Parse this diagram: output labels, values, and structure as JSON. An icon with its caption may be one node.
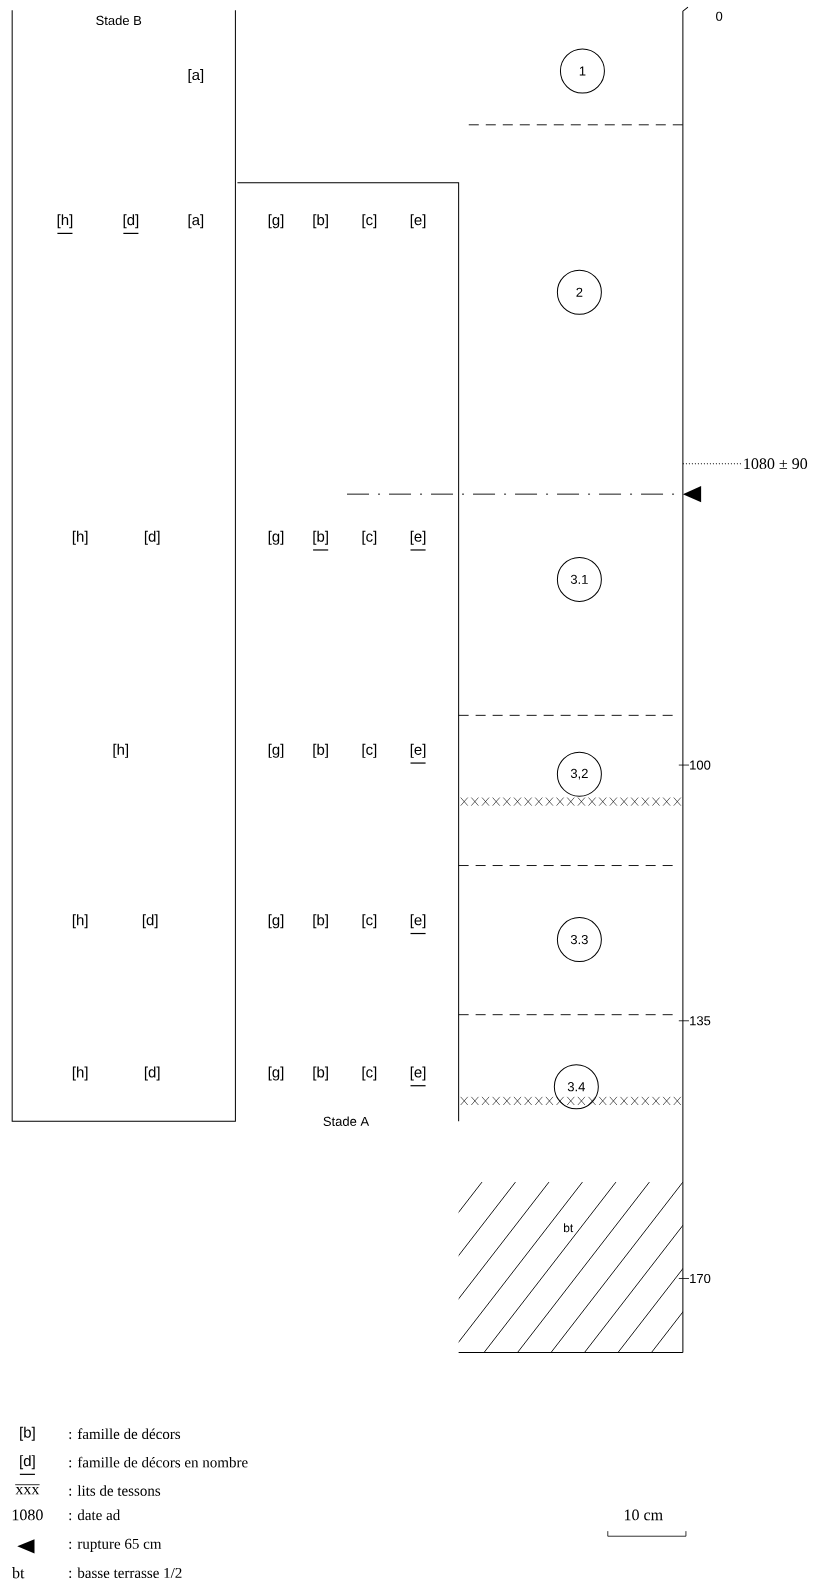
{
  "diagram": {
    "nodes": [
      {
        "text": [
          "Stade B"
        ]
      },
      {
        "text": [
          "Stade A"
        ]
      },
      {
        "text": [
          "1"
        ]
      },
      {
        "text": [
          "2"
        ]
      },
      {
        "text": [
          "3.1"
        ]
      },
      {
        "text": [
          "3,2"
        ]
      },
      {
        "text": [
          "3.3"
        ]
      },
      {
        "text": [
          "3.4"
        ]
      },
      {
        "text": [
          "bt"
        ]
      }
    ],
    "labels": [
      "0",
      "[a]",
      "[h]",
      "[d]",
      "[a]",
      "[g]",
      "[b]",
      "[c]",
      "[e]",
      "1080 ± 90",
      "[h]",
      "[d]",
      "[g]",
      "[b]",
      "[c]",
      "[e]",
      "[h]",
      "[g]",
      "[b]",
      "[c]",
      "[e]",
      "100",
      "[h]",
      "[d]",
      "[g]",
      "[b]",
      "[c]",
      "[e]",
      "135",
      "[h]",
      "[d]",
      "[g]",
      "[b]",
      "[c]",
      "[e]",
      "170",
      "[b]",
      "[d]",
      "xxx",
      "1080",
      "10 cm",
      "bt"
    ],
    "legend": [
      {
        "text": ": famille de décors"
      },
      {
        "text": ": famille de décors en nombre"
      },
      {
        "text": ": lits de tessons"
      },
      {
        "text": ": date ad"
      },
      {
        "text": ": rupture 65 cm"
      },
      {
        "text": ": basse terrasse 1/2"
      }
    ]
  }
}
